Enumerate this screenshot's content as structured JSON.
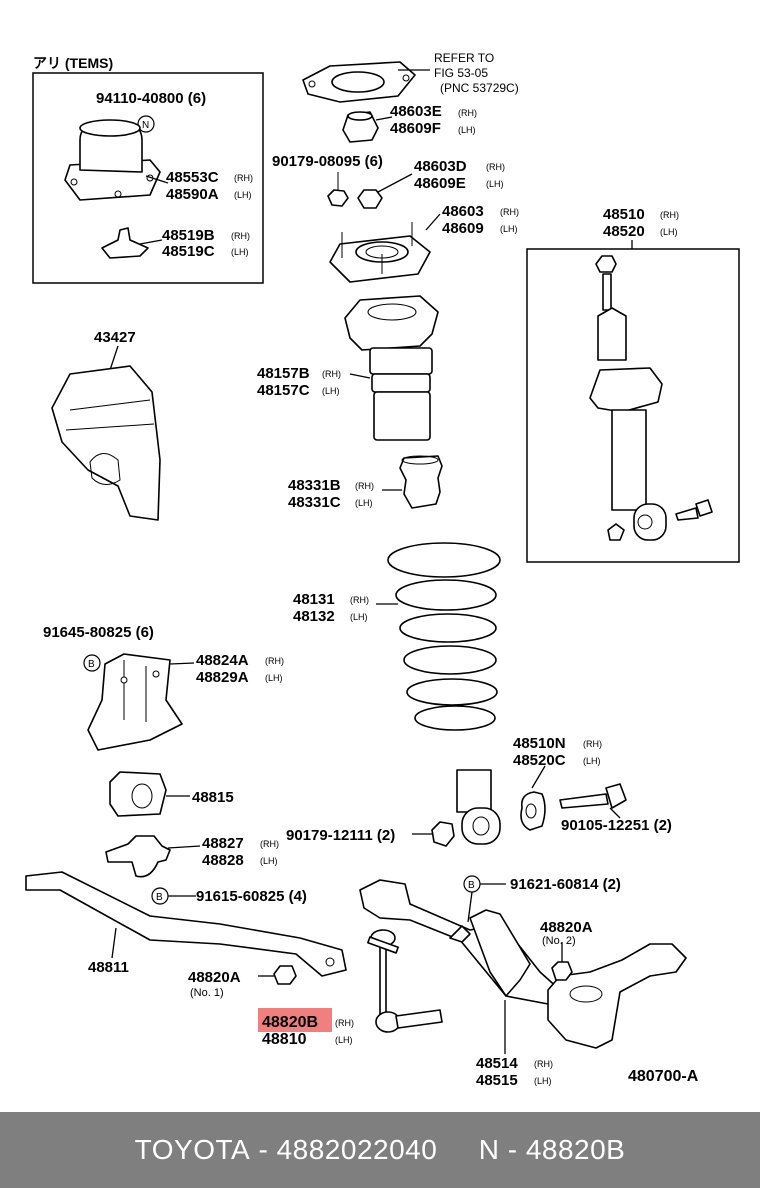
{
  "labels": {
    "tems_header": "アリ (TEMS)",
    "refer_1": "REFER  TO",
    "refer_2": "FIG  53-05",
    "refer_3": "(PNC  53729C)",
    "p94110": "94110-40800 (6)",
    "circle_n": "N",
    "circle_b": "B",
    "p48553C": "48553C",
    "p48590A": "48590A",
    "p48519B": "48519B",
    "p48519C": "48519C",
    "p48603E": "48603E",
    "p48609F": "48609F",
    "p90179a": "90179-08095 (6)",
    "p48603D": "48603D",
    "p48609E": "48609E",
    "p48603": "48603",
    "p48609": "48609",
    "p43427": "43427",
    "p48157B": "48157B",
    "p48157C": "48157C",
    "p48331B": "48331B",
    "p48331C": "48331C",
    "p48510": "48510",
    "p48520": "48520",
    "p48131": "48131",
    "p48132": "48132",
    "p91645": "91645-80825 (6)",
    "p48824A": "48824A",
    "p48829A": "48829A",
    "p48815": "48815",
    "p48827": "48827",
    "p48828": "48828",
    "p91615": "91615-60825 (4)",
    "p48510N": "48510N",
    "p48520C": "48520C",
    "p90179b": "90179-12111 (2)",
    "p90105": "90105-12251 (2)",
    "p91621": "91621-60814 (2)",
    "p48820A_r": "48820A",
    "no2": "(No. 2)",
    "p48811": "48811",
    "p48820A_l": "48820A",
    "no1": "(No. 1)",
    "p48820B": "48820B",
    "p48810": "48810",
    "p48514": "48514",
    "p48515": "48515",
    "p480700": "480700-A",
    "rh": "(RH)",
    "lh": "(LH)"
  },
  "highlight": {
    "part": "48820B",
    "color": "#f08080"
  },
  "footer": {
    "brand": "TOYOTA",
    "sep1": " - ",
    "part_number": "4882022040",
    "gap": "     ",
    "ref": "N - 48820B",
    "background": "#7f7f7f"
  }
}
